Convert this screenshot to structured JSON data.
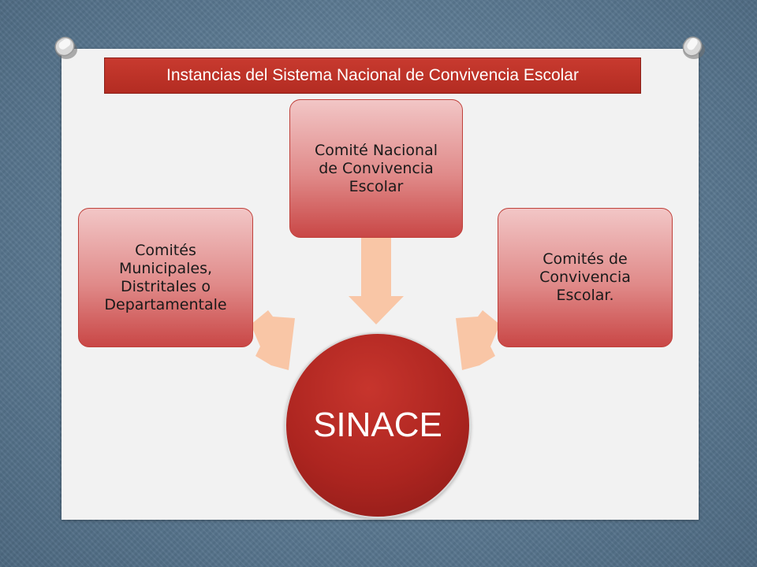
{
  "slide": {
    "title": "Instancias del Sistema Nacional de Convivencia Escolar"
  },
  "diagram": {
    "center": {
      "label": "SINACE"
    },
    "nodes": [
      {
        "id": "left",
        "label": "Comités\nMunicipales,\nDistritales o\nDepartamentale"
      },
      {
        "id": "top",
        "label": "Comité Nacional\nde Convivencia\nEscolar"
      },
      {
        "id": "right",
        "label": "Comités de\nConvivencia\nEscolar."
      }
    ]
  },
  "colors": {
    "title_bar": "#c0392b",
    "center_circle": "#ad2520",
    "arrow": "#f9c6a6"
  }
}
